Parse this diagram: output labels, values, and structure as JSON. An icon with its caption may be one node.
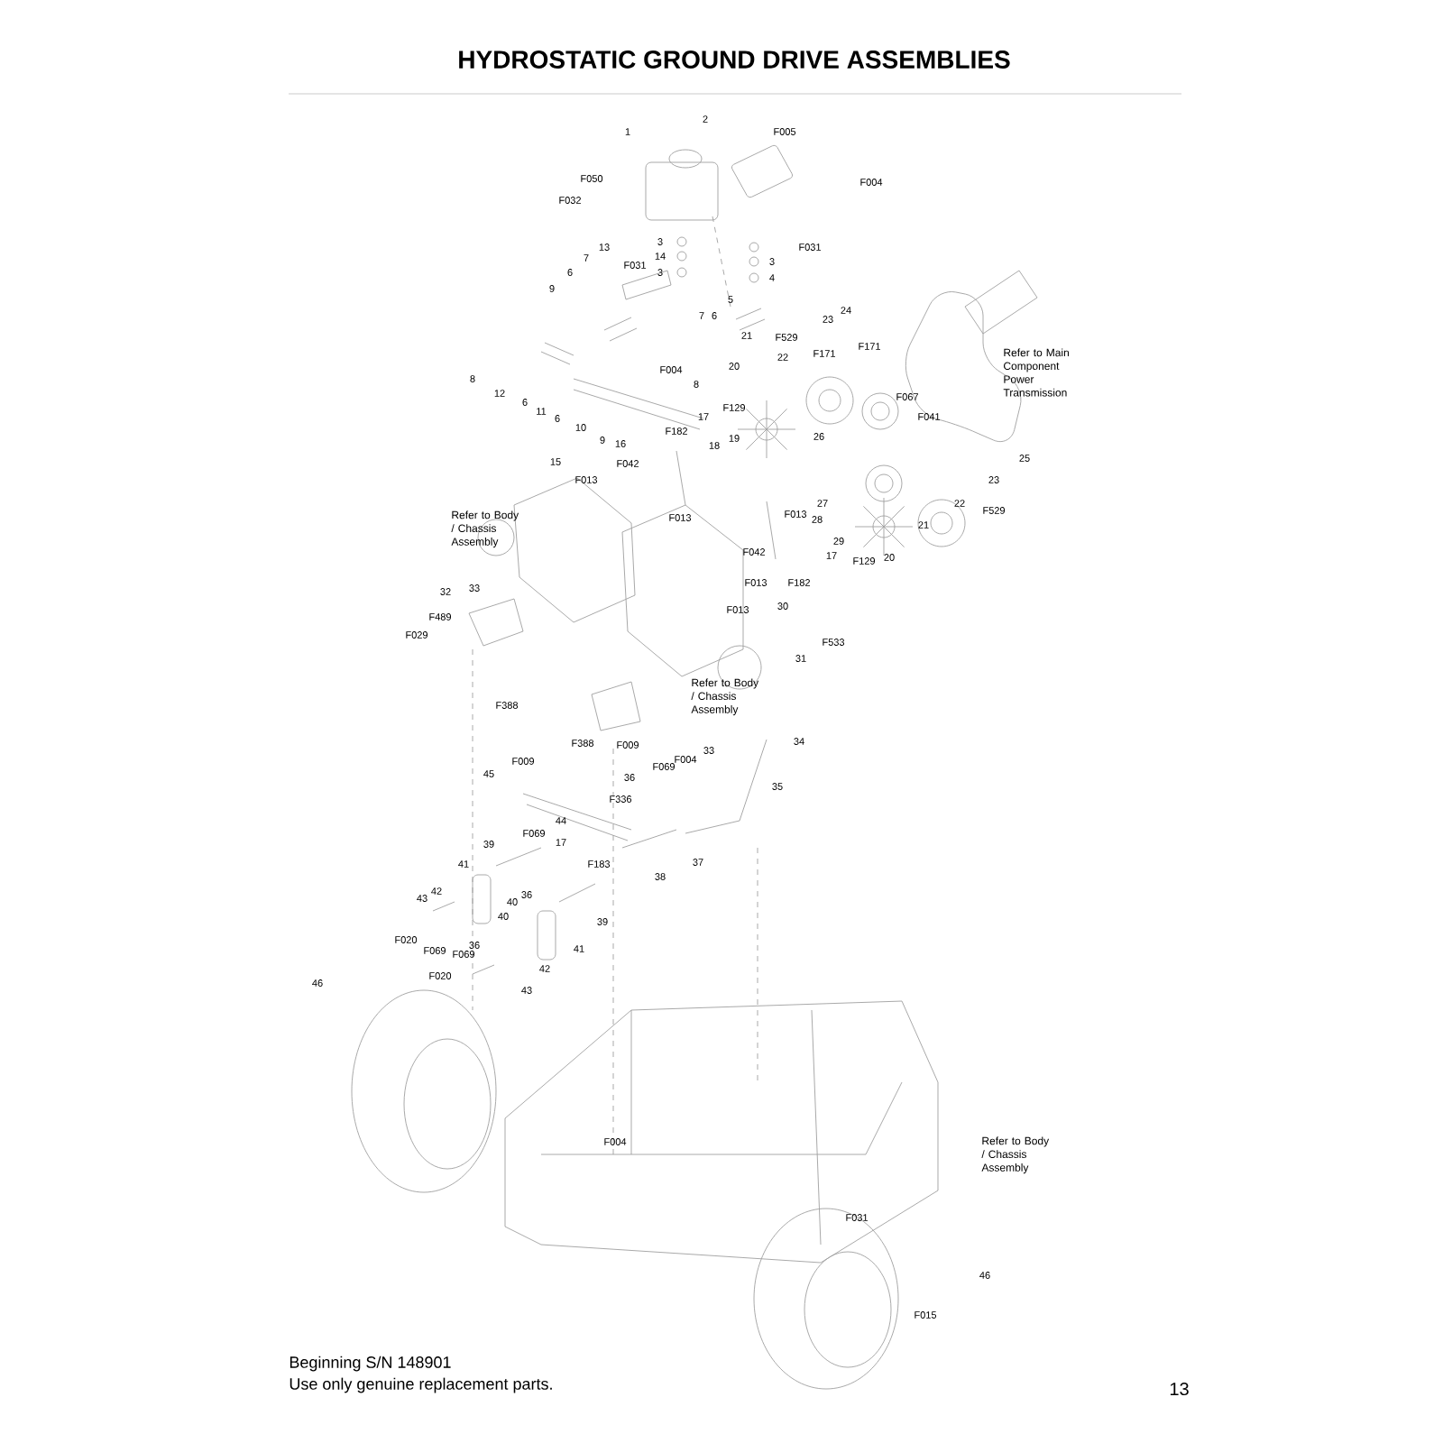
{
  "diagram": {
    "title": "HYDROSTATIC GROUND DRIVE ASSEMBLIES",
    "labels": [
      "1",
      "2",
      "F005",
      "F004",
      "F050",
      "F032",
      "F031",
      "3",
      "3",
      "14",
      "4",
      "3",
      "13",
      "F031",
      "7",
      "6",
      "9",
      "5",
      "7",
      "6",
      "F004",
      "8",
      "12",
      "6",
      "11",
      "6",
      "10",
      "8",
      "9",
      "21",
      "20",
      "F529",
      "22",
      "23",
      "24",
      "F171",
      "F171",
      "F067",
      "F041",
      "26",
      "F129",
      "19",
      "17",
      "F182",
      "16",
      "18",
      "15",
      "F013",
      "F042",
      "Refer to Main Component Power Transmission",
      "25",
      "27",
      "28",
      "F013",
      "29",
      "17",
      "F129",
      "20",
      "21",
      "22",
      "F529",
      "23",
      "F013",
      "F042",
      "F013",
      "F182",
      "Refer to Body / Chassis Assembly",
      "30",
      "F013",
      "F533",
      "31",
      "32",
      "33",
      "F489",
      "F029",
      "F388",
      "Refer to Body / Chassis Assembly",
      "F388",
      "F009",
      "F004",
      "33",
      "34",
      "35",
      "F009",
      "45",
      "36",
      "F069",
      "F336",
      "44",
      "17",
      "F183",
      "38",
      "37",
      "F069",
      "39",
      "41",
      "36",
      "40",
      "40",
      "39",
      "42",
      "43",
      "F020",
      "F069",
      "F069",
      "36",
      "41",
      "F020",
      "42",
      "43",
      "46",
      "F004",
      "Refer to Body / Chassis Assembly",
      "F031",
      "46",
      "F015",
      "Beginning S/N 148901",
      "Use only genuine replacement parts.",
      "13"
    ]
  }
}
